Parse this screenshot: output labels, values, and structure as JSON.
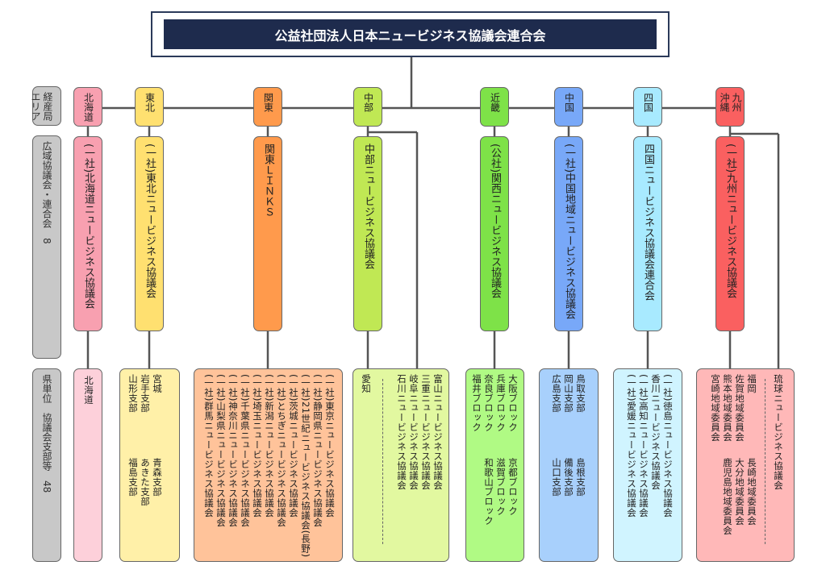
{
  "title": "公益社団法人日本ニュービジネス協議会連合会",
  "side_labels": {
    "area": "経産局エリア",
    "regional": "広域協議会・連合会　8",
    "prefectural": "県単位　協議会支部等　48"
  },
  "colors": {
    "line": "#555555",
    "title_bg": "#1e2b4d",
    "side_bg": "#c8c8c8"
  },
  "regions": [
    {
      "header": "北海道",
      "council": "(一社)北海道ニュービジネス協議会",
      "color": "#f8a0b0",
      "bottom_color": "#fdd0da",
      "bottom": {
        "top": [
          "北海道"
        ]
      }
    },
    {
      "header": "東北",
      "council": "(一社)東北ニュービジネス協議会",
      "color": "#ffe070",
      "bottom_color": "#fff0a8",
      "bottom": {
        "top": [
          "宮城",
          "岩手支部",
          "山形支部"
        ],
        "lower": [
          "青森支部",
          "あきた支部",
          "福島支部"
        ]
      }
    },
    {
      "header": "関東",
      "council": "関東ＬＩＮＫＳ",
      "color": "#ff9a4c",
      "bottom_color": "#ffc39a",
      "bottom": {
        "top": [
          "(一社)東京ニュービジネス協議会",
          "(一社)静岡県ニュービジネス協議会",
          "(一社)21世紀ニュービジネス協議会(長野)",
          "(一社)茨城ニュービジネス協議会",
          "(一社)とちぎニュービジネス協議会",
          "(一社)新潟ニュービジネス協議会",
          "(一社)埼玉ニュービジネス協議会",
          "(一社)千葉県ニュービジネス協議会",
          "(一社)神奈川ニュービジネス協議会",
          "(一社)山梨県ニュービジネス協議会",
          "(一社)群馬ニュービジネス協議会"
        ]
      }
    },
    {
      "header": "中部",
      "council": "中部ニュービジネス協議会",
      "color": "#c0e854",
      "bottom_color": "#e2f8a0",
      "bottom": {
        "top": [
          "富山ニュービジネス協議会",
          "三重ニュービジネス協議会",
          "岐阜ニュービジネス協議会",
          "石川ニュービジネス協議会"
        ],
        "side": [
          "愛知"
        ]
      }
    },
    {
      "header": "近畿",
      "council": "(公社)関西ニュービジネス協議会",
      "color": "#7ee248",
      "bottom_color": "#b0fa84",
      "bottom": {
        "top": [
          "大阪ブロック",
          "兵庫ブロック",
          "奈良ブロック",
          "福井ブロック"
        ],
        "lower": [
          "京都ブロック",
          "滋賀ブロック",
          "和歌山ブロック"
        ]
      }
    },
    {
      "header": "中国",
      "council": "(一社)中国地域ニュービジネス協議会",
      "color": "#78a8f8",
      "bottom_color": "#a8d0fc",
      "bottom": {
        "top": [
          "鳥取支部",
          "岡山支部",
          "広島支部"
        ],
        "lower": [
          "島根支部",
          "備後支部",
          "山口支部"
        ]
      }
    },
    {
      "header": "四国",
      "council": "四国ニュービジネス協議会連合会",
      "color": "#a8eaff",
      "bottom_color": "#d0f4ff",
      "bottom": {
        "top": [
          "(一社)徳島ニュービジネス協議会",
          "香川ニュービジネス協議会",
          "(一社)高知ニュービジネス協議会",
          "(一社)愛媛ニュービジネス協議会"
        ]
      }
    },
    {
      "header": "九州沖縄",
      "council": "(一社)九州ニュービジネス協議会",
      "color": "#fa6060",
      "bottom_color": "#ffb8b8",
      "bottom": {
        "top": [
          "福岡",
          "佐賀地域委員会",
          "熊本地域委員会",
          "宮崎地域委員会"
        ],
        "lower": [
          "長崎地域委員会",
          "大分地域委員会",
          "鹿児島地域委員会"
        ],
        "side": [
          "琉球ニュービジネス協議会"
        ]
      }
    }
  ]
}
